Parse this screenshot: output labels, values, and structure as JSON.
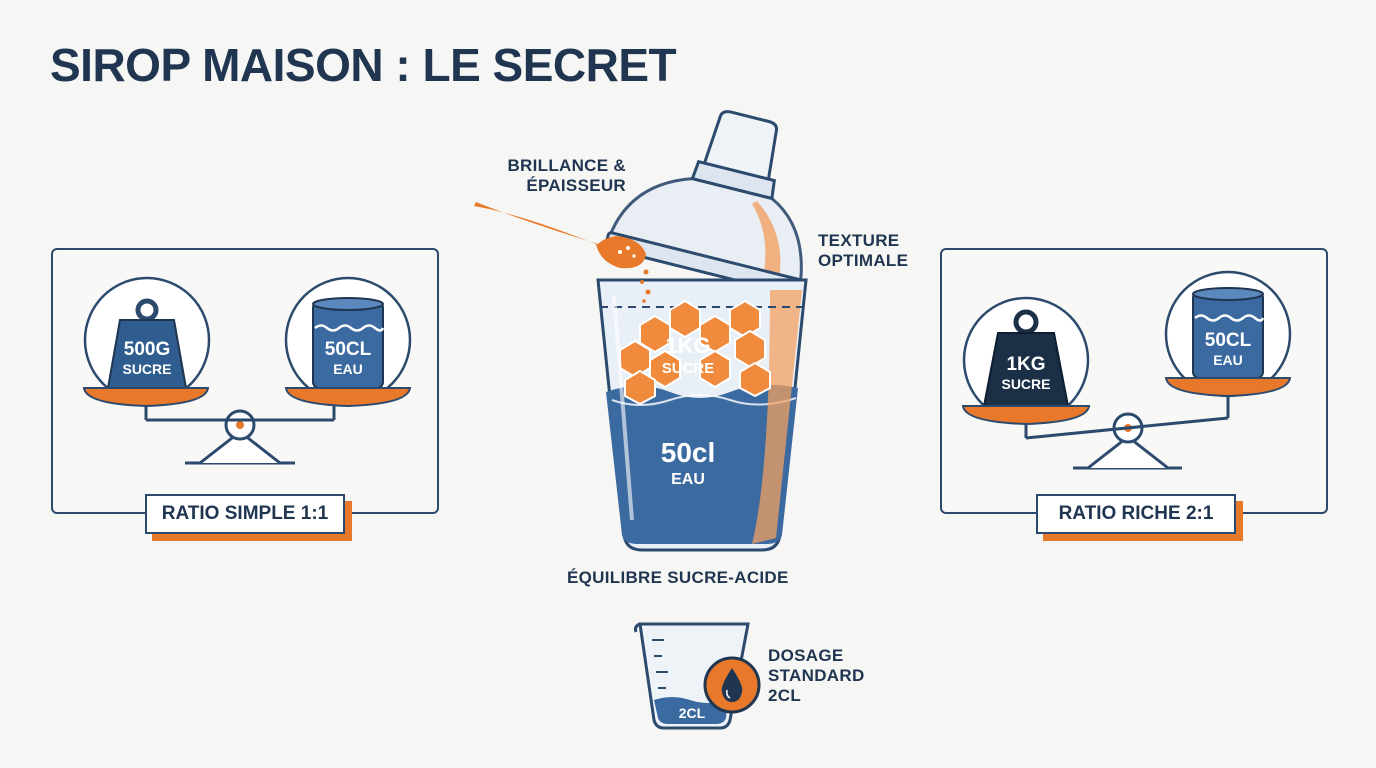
{
  "title": "SIROP MAISON : LE SECRET",
  "left_scale": {
    "left_pan": {
      "amount": "500G",
      "ingredient": "SUCRE",
      "icon": "weight-icon"
    },
    "right_pan": {
      "amount": "50CL",
      "ingredient": "EAU",
      "icon": "water-container-icon"
    },
    "label": "RATIO SIMPLE 1:1"
  },
  "right_scale": {
    "left_pan": {
      "amount": "1KG",
      "ingredient": "SUCRE",
      "icon": "weight-icon"
    },
    "right_pan": {
      "amount": "50CL",
      "ingredient": "EAU",
      "icon": "water-container-icon"
    },
    "label": "RATIO RICHE 2:1"
  },
  "shaker": {
    "sugar_amount": "1KG",
    "sugar_label": "SUCRE",
    "water_amount": "50cl",
    "water_label": "EAU"
  },
  "callouts": {
    "brillance_line1": "BRILLANCE &",
    "brillance_line2": "ÉPAISSEUR",
    "texture_line1": "TEXTURE",
    "texture_line2": "OPTIMALE",
    "equilibre": "ÉQUILIBRE SUCRE-ACIDE",
    "dosage_line1": "DOSAGE",
    "dosage_line2": "STANDARD",
    "dosage_line3": "2CL"
  },
  "jigger": {
    "amount": "2CL",
    "icon": "drop-icon"
  },
  "colors": {
    "navy": "#1f3550",
    "blue": "#3b6aa1",
    "orange": "#e8792b",
    "background": "#f6f6f4"
  }
}
